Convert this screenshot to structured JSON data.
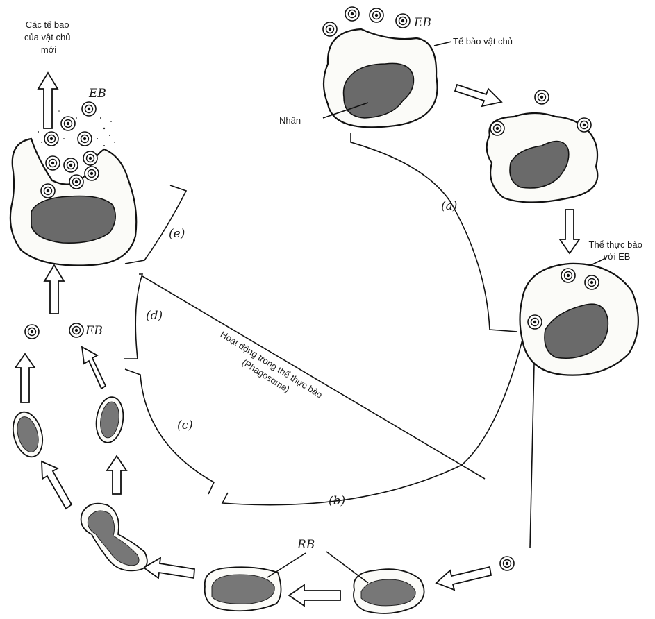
{
  "labels": {
    "new_host_cells": [
      "Các tế bao",
      "của vật chủ",
      "mới"
    ],
    "eb_top_left": "EB",
    "eb_top_right": "EB",
    "eb_bottom_left": "EB",
    "host_cell": "Tế bào vật chủ",
    "nucleus": "Nhân",
    "phagosome_with_eb": [
      "Thể thực bào",
      "với EB"
    ],
    "phagosome_activity": [
      "Hoạt động trong thể thực bào",
      "(Phagosome)"
    ],
    "rb": "RB"
  },
  "stages": {
    "a": "(a)",
    "b": "(b)",
    "c": "(c)",
    "d": "(d)",
    "e": "(e)"
  }
}
